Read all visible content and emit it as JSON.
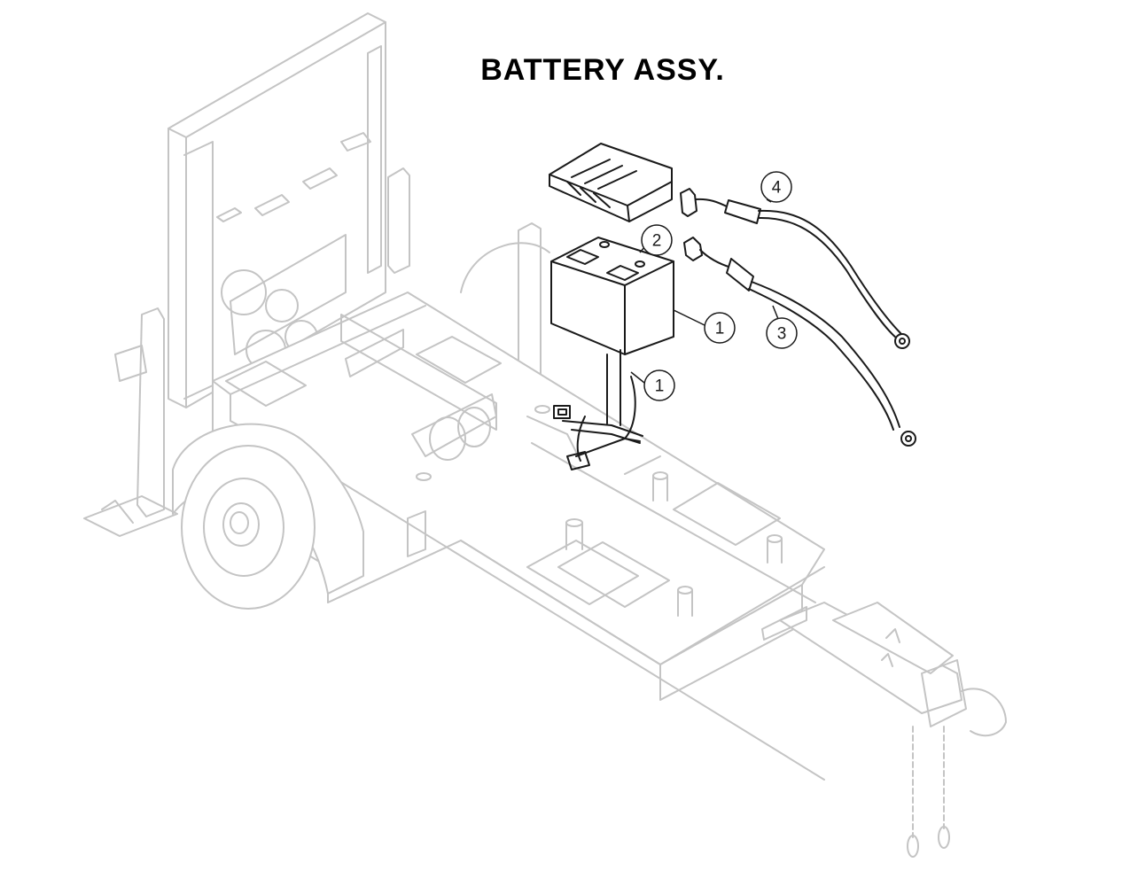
{
  "title": "BATTERY ASSY.",
  "callouts": [
    {
      "id": "battery",
      "label": "1"
    },
    {
      "id": "battery-hold-down-strap",
      "label": "1"
    },
    {
      "id": "battery-box-lid",
      "label": "2"
    },
    {
      "id": "negative-cable",
      "label": "3"
    },
    {
      "id": "positive-cable",
      "label": "4"
    }
  ]
}
